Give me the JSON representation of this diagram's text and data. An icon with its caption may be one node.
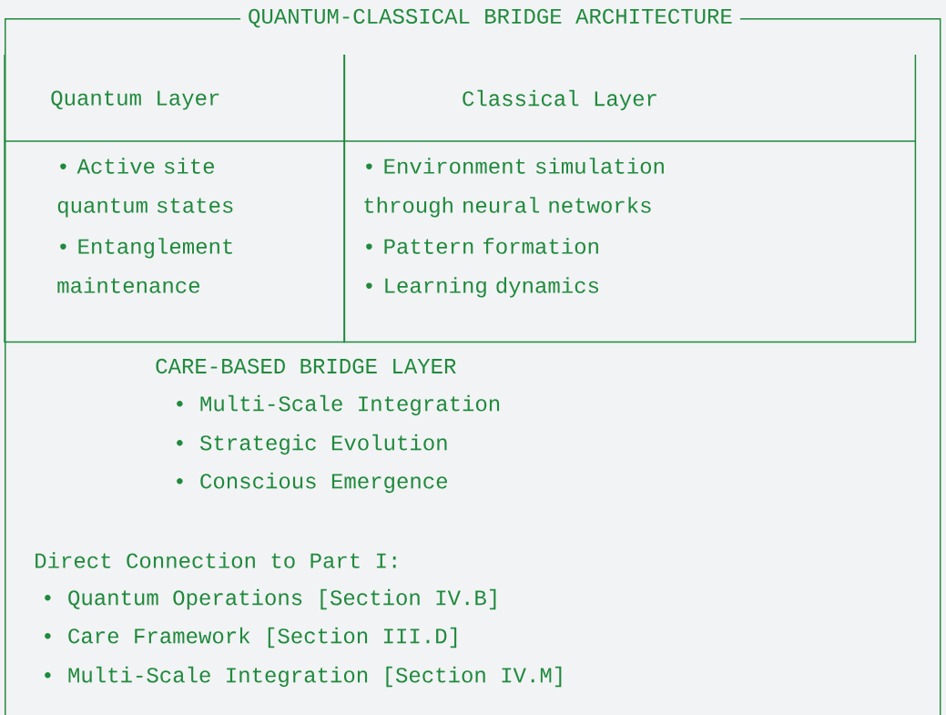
{
  "diagram": {
    "nodes": [
      {
        "text": [
          "QUANTUM-CLASSICAL BRIDGE ARCHITECTURE"
        ]
      },
      {
        "text": [
          "Quantum Layer",
          "• Active site quantum states",
          "• Entanglement maintenance"
        ],
        "in": 0
      },
      {
        "text": [
          "Classical Layer",
          "• Environment simulation through neural networks",
          "• Pattern formation",
          "• Learning dynamics"
        ],
        "in": 0
      }
    ],
    "labels": [
      "CARE-BASED BRIDGE LAYER",
      "• Multi-Scale Integration",
      "• Strategic Evolution",
      "• Conscious Emergence",
      "Direct Connection to Part I:",
      "• Quantum Operations [Section IV.B]",
      "• Care Framework [Section III.D]",
      "• Multi-Scale Integration [Section IV.M]"
    ]
  }
}
